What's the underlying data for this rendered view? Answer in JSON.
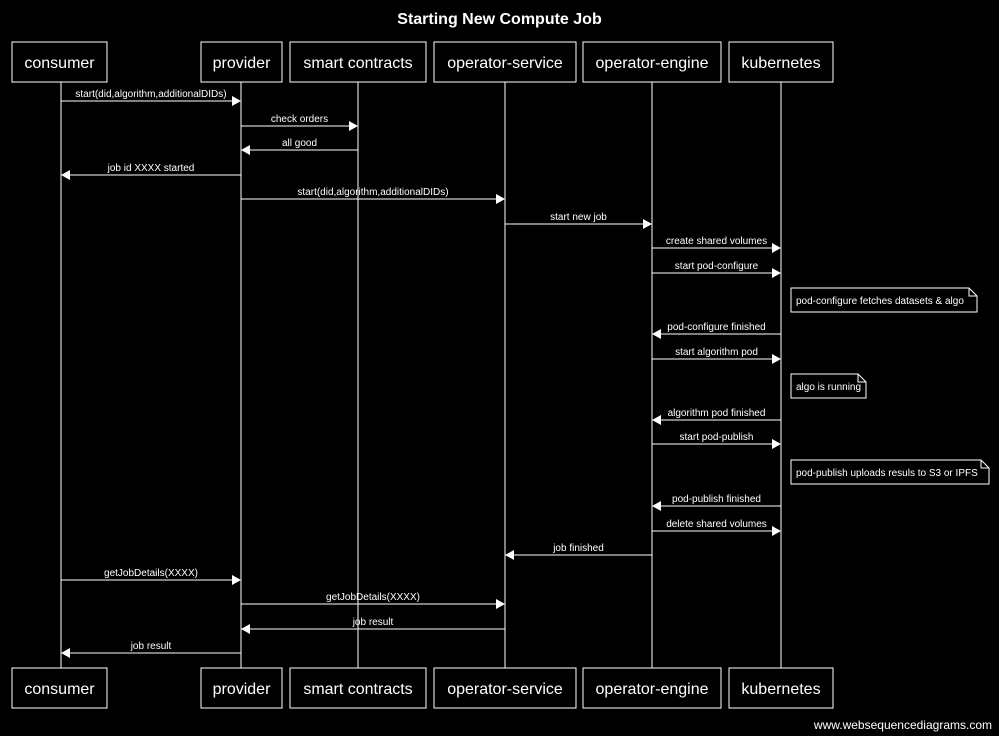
{
  "title": "Starting New Compute Job",
  "watermark": "www.websequencediagrams.com",
  "participants": [
    {
      "id": "consumer",
      "label": "consumer"
    },
    {
      "id": "provider",
      "label": "provider"
    },
    {
      "id": "smart-contracts",
      "label": "smart contracts"
    },
    {
      "id": "operator-service",
      "label": "operator-service"
    },
    {
      "id": "operator-engine",
      "label": "operator-engine"
    },
    {
      "id": "kubernetes",
      "label": "kubernetes"
    }
  ],
  "steps": [
    {
      "kind": "msg",
      "from": 0,
      "to": 1,
      "label": "start(did,algorithm,additionalDIDs)"
    },
    {
      "kind": "msg",
      "from": 1,
      "to": 2,
      "label": "check orders"
    },
    {
      "kind": "msg",
      "from": 2,
      "to": 1,
      "label": "all good"
    },
    {
      "kind": "msg",
      "from": 1,
      "to": 0,
      "label": "job id XXXX started"
    },
    {
      "kind": "msg",
      "from": 1,
      "to": 3,
      "label": "start(did,algorithm,additionalDIDs)"
    },
    {
      "kind": "msg",
      "from": 3,
      "to": 4,
      "label": "start new job"
    },
    {
      "kind": "msg",
      "from": 4,
      "to": 5,
      "label": "create shared volumes"
    },
    {
      "kind": "msg",
      "from": 4,
      "to": 5,
      "label": "start pod-configure"
    },
    {
      "kind": "note",
      "over": 5,
      "label": "pod-configure fetches datasets & algo"
    },
    {
      "kind": "msg",
      "from": 5,
      "to": 4,
      "label": "pod-configure finished"
    },
    {
      "kind": "msg",
      "from": 4,
      "to": 5,
      "label": "start algorithm pod"
    },
    {
      "kind": "note",
      "over": 5,
      "label": "algo is running"
    },
    {
      "kind": "msg",
      "from": 5,
      "to": 4,
      "label": "algorithm pod finished"
    },
    {
      "kind": "msg",
      "from": 4,
      "to": 5,
      "label": "start pod-publish"
    },
    {
      "kind": "note",
      "over": 5,
      "label": "pod-publish uploads resuls to S3 or IPFS"
    },
    {
      "kind": "msg",
      "from": 5,
      "to": 4,
      "label": "pod-publish finished"
    },
    {
      "kind": "msg",
      "from": 4,
      "to": 5,
      "label": "delete shared volumes"
    },
    {
      "kind": "msg",
      "from": 4,
      "to": 3,
      "label": "job finished"
    },
    {
      "kind": "msg",
      "from": 0,
      "to": 1,
      "label": "getJobDetails(XXXX)"
    },
    {
      "kind": "msg",
      "from": 1,
      "to": 3,
      "label": "getJobDetails(XXXX)"
    },
    {
      "kind": "msg",
      "from": 3,
      "to": 1,
      "label": "job result"
    },
    {
      "kind": "msg",
      "from": 1,
      "to": 0,
      "label": "job result"
    }
  ]
}
